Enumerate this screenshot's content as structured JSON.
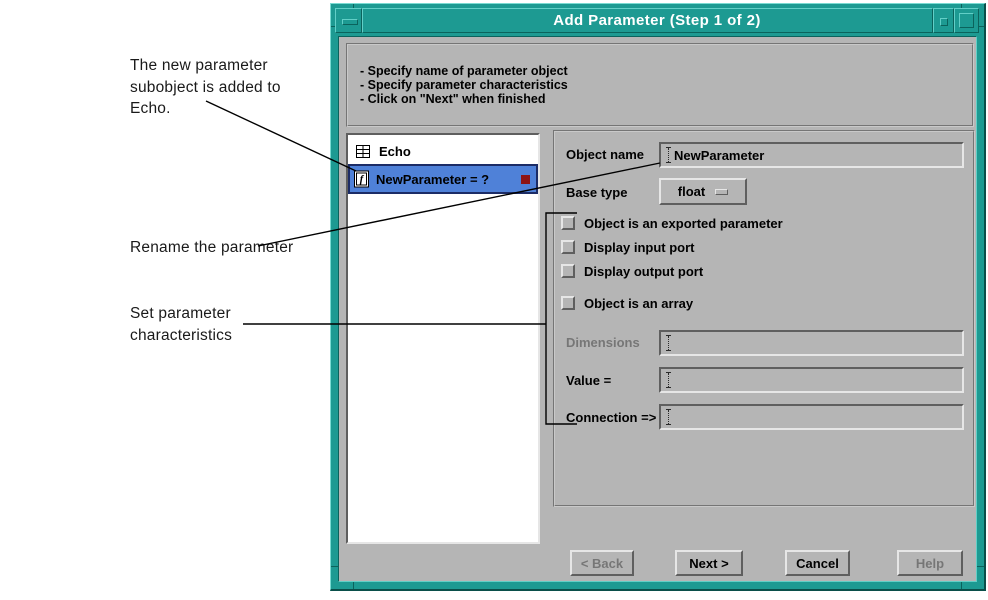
{
  "annotations": {
    "note1": "The new parameter\nsubobject is added to\nEcho.",
    "note2": "Rename the parameter",
    "note3": "Set parameter\ncharacteristics"
  },
  "window": {
    "title": "Add Parameter (Step 1 of 2)"
  },
  "instructions": {
    "line1": "- Specify name of parameter object",
    "line2": "- Specify parameter characteristics",
    "line3": "- Click on \"Next\" when finished"
  },
  "object_list": {
    "root_label": "Echo",
    "item_label": "NewParameter = ?",
    "item_icon_glyph": "f"
  },
  "form": {
    "object_name_label": "Object name",
    "object_name_value": "NewParameter",
    "base_type_label": "Base type",
    "base_type_value": "float",
    "checkboxes": [
      {
        "label": "Object is an exported parameter",
        "checked": false
      },
      {
        "label": "Display input port",
        "checked": false
      },
      {
        "label": "Display output port",
        "checked": false
      },
      {
        "label": "Object is an array",
        "checked": false
      }
    ],
    "dimensions_label": "Dimensions",
    "dimensions_value": "",
    "value_label": "Value =",
    "value_value": "",
    "connection_label": "Connection =>",
    "connection_value": ""
  },
  "buttons": {
    "back": "< Back",
    "next": "Next >",
    "cancel": "Cancel",
    "help": "Help"
  },
  "colors": {
    "titlebar_teal": "#1d9a92",
    "dialog_gray": "#b5b5b5",
    "selection_blue": "#4f81d8",
    "selection_border": "#1c2c66",
    "status_red": "#8e1414"
  }
}
